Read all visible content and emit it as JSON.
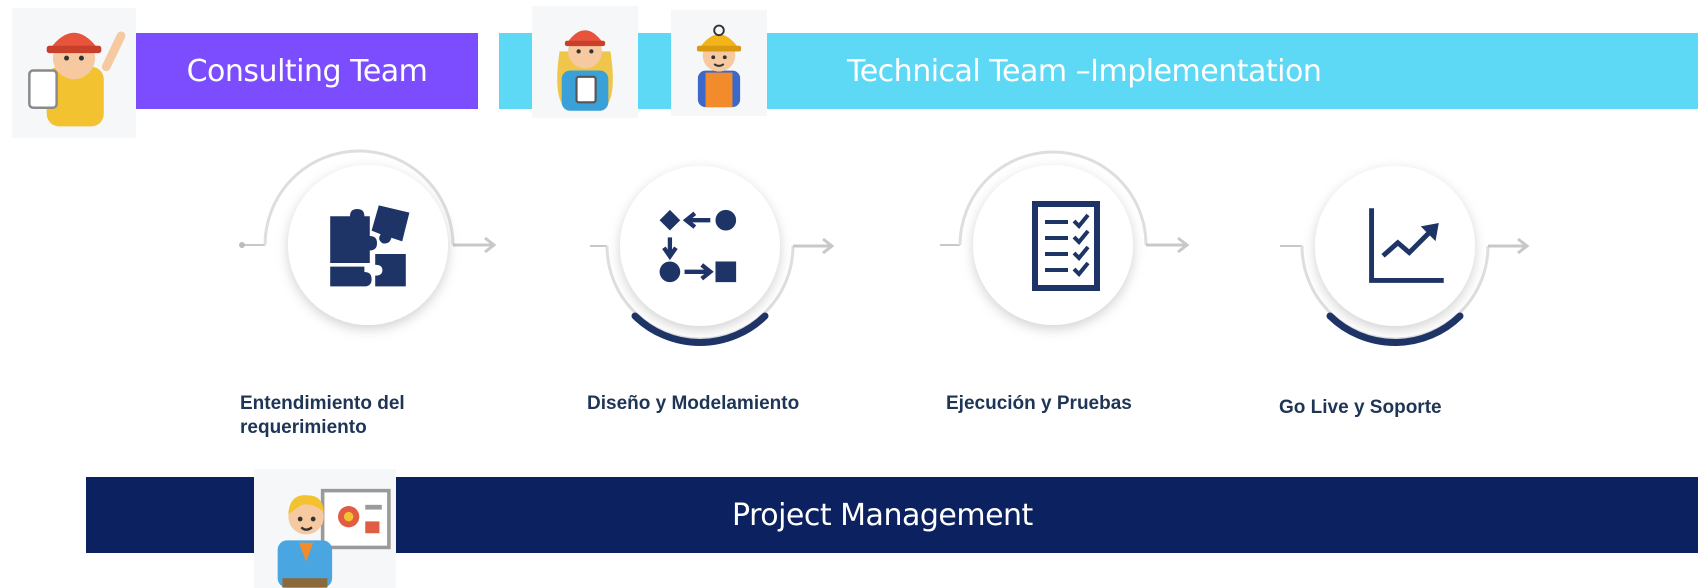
{
  "teams": {
    "consulting": "Consulting Team",
    "technical": "Technical Team –Implementation",
    "management": "Project Management"
  },
  "steps": [
    {
      "label": "Entendimiento del requerimiento",
      "icon": "puzzle-icon"
    },
    {
      "label": "Diseño y Modelamiento",
      "icon": "process-flow-icon"
    },
    {
      "label": "Ejecución y Pruebas",
      "icon": "checklist-icon"
    },
    {
      "label": "Go Live y Soporte",
      "icon": "growth-chart-icon"
    }
  ],
  "colors": {
    "consulting": "#7b4dff",
    "technical": "#5dd8f5",
    "management": "#0b2160",
    "icon": "#1f3466",
    "arc": "#1f3466"
  }
}
